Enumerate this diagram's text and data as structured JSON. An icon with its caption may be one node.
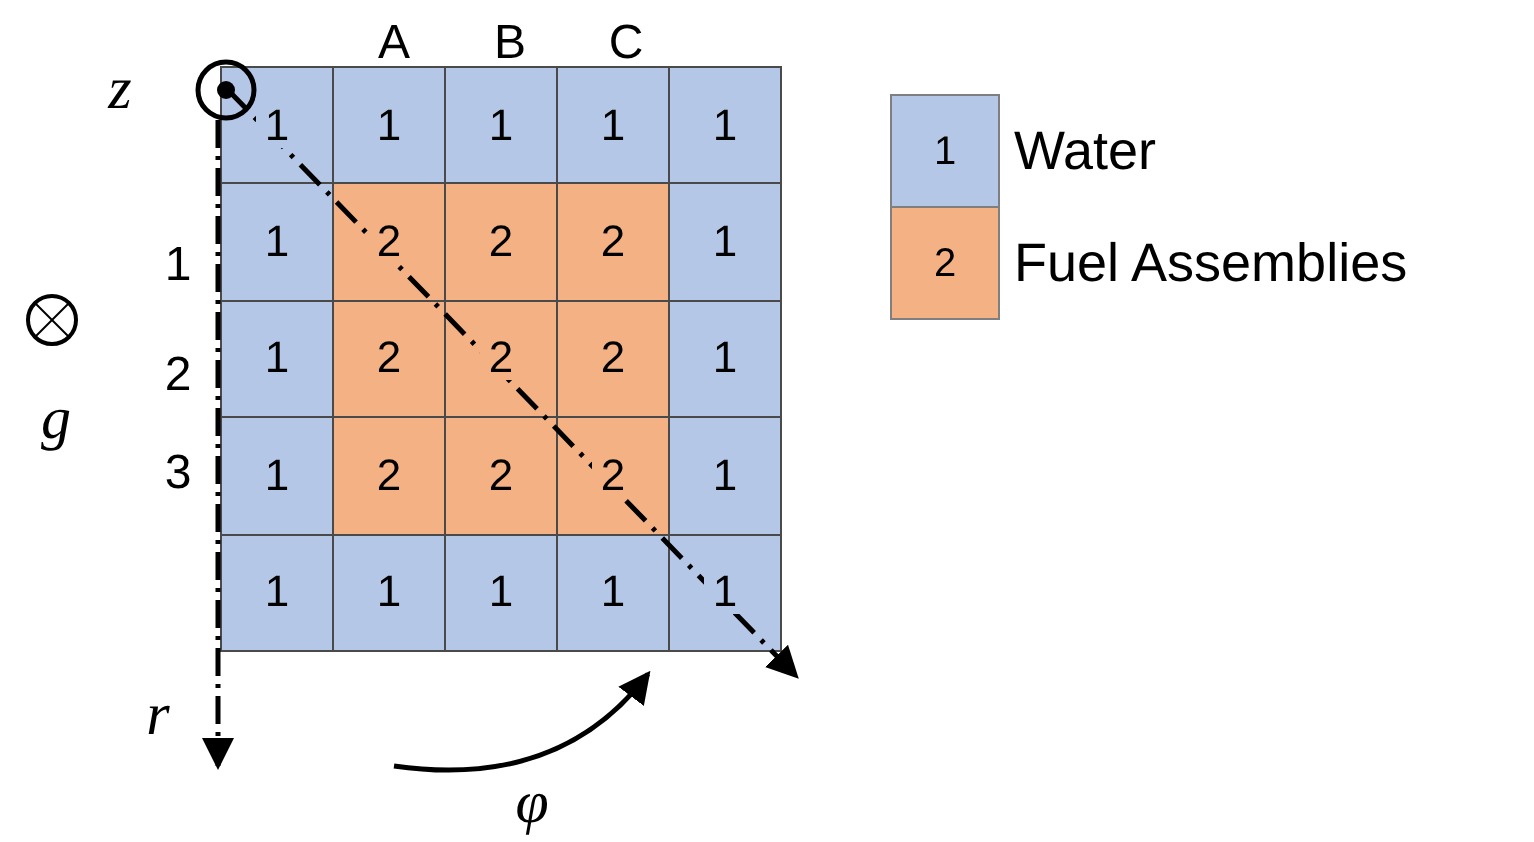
{
  "diagram": {
    "labels": [
      "A",
      "B",
      "C",
      "z",
      "1",
      "1",
      "1",
      "1",
      "1",
      "1",
      "2",
      "2",
      "2",
      "1",
      "1",
      "2",
      "2",
      "2",
      "1",
      "1",
      "2",
      "2",
      "2",
      "1",
      "1",
      "1",
      "1",
      "1",
      "1",
      "1",
      "2",
      "3",
      "g",
      "r",
      "φ",
      "1",
      "2"
    ],
    "legend": [
      {
        "text": "Water",
        "color": "#b4c7e7"
      },
      {
        "text": "Fuel Assemblies",
        "color": "#f4b183"
      }
    ]
  }
}
